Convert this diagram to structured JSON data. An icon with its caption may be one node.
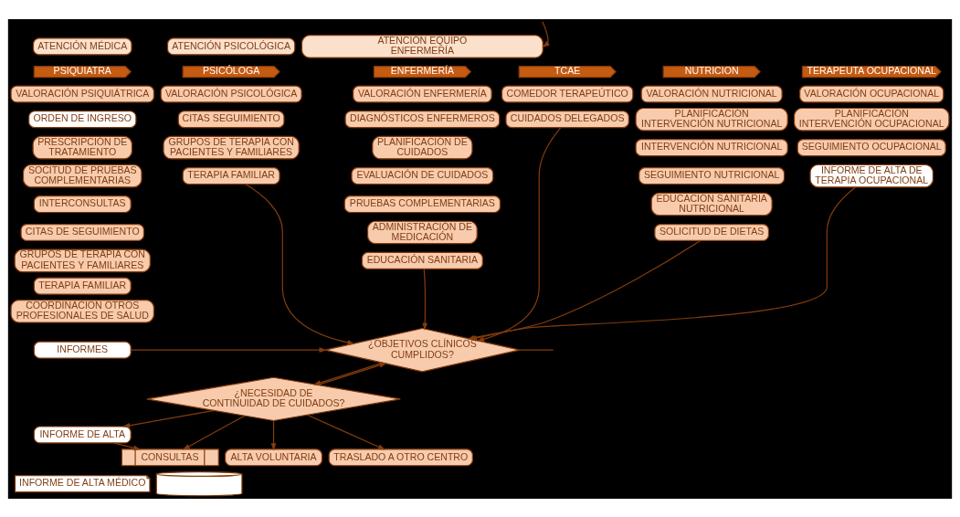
{
  "diagram": {
    "nodes": [
      {
        "text": [
          "ATENCIÓN MÉDICA"
        ]
      },
      {
        "text": [
          "ATENCIÓN PSICOLÓGICA"
        ]
      },
      {
        "text": [
          "ATENCIÓN EQUIPO ENFERMERÍA"
        ]
      },
      {
        "text": [
          "PSIQUIATRA"
        ]
      },
      {
        "text": [
          "PSICÓLOGA"
        ]
      },
      {
        "text": [
          "ENFERMERÍA"
        ]
      },
      {
        "text": [
          "TCAE"
        ]
      },
      {
        "text": [
          "NUTRICION"
        ]
      },
      {
        "text": [
          "TERAPEUTA OCUPACIONAL"
        ]
      },
      {
        "text": [
          "VALORACIÓN PSIQUIÁTRICA"
        ]
      },
      {
        "text": [
          "ORDEN DE INGRESO"
        ]
      },
      {
        "text": [
          "PRESCRIPCIÓN DE TRATAMIENTO"
        ]
      },
      {
        "text": [
          "SOCITUD DE PRUEBAS COMPLEMENTARIAS"
        ]
      },
      {
        "text": [
          "INTERCONSULTAS"
        ]
      },
      {
        "text": [
          "CITAS DE SEGUIMIENTO"
        ]
      },
      {
        "text": [
          "GRUPOS DE TERAPIA CON PACIENTES Y FAMILIARES"
        ]
      },
      {
        "text": [
          "TERAPIA FAMILIAR"
        ]
      },
      {
        "text": [
          "COORDINACION OTROS PROFESIONALES DE SALUD"
        ]
      },
      {
        "text": [
          "INFORMES"
        ]
      },
      {
        "text": [
          "VALORACIÓN PSICOLÓGICA"
        ]
      },
      {
        "text": [
          "CITAS SEGUIMIENTO"
        ]
      },
      {
        "text": [
          "GRUPOS DE TERAPIA CON PACIENTES Y FAMILIARES"
        ]
      },
      {
        "text": [
          "TERAPIA FAMILIAR"
        ]
      },
      {
        "text": [
          "VALORACIÓN ENFERMERÍA"
        ]
      },
      {
        "text": [
          "DIAGNÓSTICOS ENFERMEROS"
        ]
      },
      {
        "text": [
          "PLANIFICACIÓN DE CUIDADOS"
        ]
      },
      {
        "text": [
          "EVALUACIÓN DE CUIDADOS"
        ]
      },
      {
        "text": [
          "PRUEBAS COMPLEMENTARIAS"
        ]
      },
      {
        "text": [
          "ADMINISTRACIÓN DE MEDICACIÓN"
        ]
      },
      {
        "text": [
          "EDUCACIÓN SANITARIA"
        ]
      },
      {
        "text": [
          "COMEDOR TERAPEÚTICO"
        ]
      },
      {
        "text": [
          "CUIDADOS DELEGADOS"
        ]
      },
      {
        "text": [
          "VALORACIÓN NUTRICIONAL"
        ]
      },
      {
        "text": [
          "PLANIFICACIÓN INTERVENCIÓN NUTRICIONAL"
        ]
      },
      {
        "text": [
          "INTERVENCIÓN NUTRICIONAL"
        ]
      },
      {
        "text": [
          "SEGUIMIENTO NUTRICIONAL"
        ]
      },
      {
        "text": [
          "EDUCACIÓN SANITARIA NUTRICIONAL"
        ]
      },
      {
        "text": [
          "SOLICITUD DE DIETAS"
        ]
      },
      {
        "text": [
          "VALORACIÓN OCUPACIONAL"
        ]
      },
      {
        "text": [
          "PLANIFICACIÓN INTERVENCIÓN OCUPACIONAL"
        ]
      },
      {
        "text": [
          "SEGUIMIENTO OCUPACIONAL"
        ]
      },
      {
        "text": [
          "INFORME DE ALTA DE TERAPIA OCUPACIONAL"
        ]
      },
      {
        "text": [
          "¿OBJETIVOS CLÍNICOS CUMPLIDOS?"
        ]
      },
      {
        "text": [
          "¿NECESIDAD DE CONTINUIDAD DE CUIDADOS?"
        ]
      },
      {
        "text": [
          "INFORME DE ALTA"
        ]
      },
      {
        "text": [
          "CONSULTAS"
        ]
      },
      {
        "text": [
          "ALTA VOLUNTARIA"
        ]
      },
      {
        "text": [
          "TRASLADO A OTRO CENTRO"
        ]
      },
      {
        "text": [
          "INFORME DE ALTA MÉDICO"
        ]
      },
      {
        "text": [],
        "shape": "cylinder"
      }
    ],
    "edges": [
      {
        "from": null,
        "to": 2,
        "arrow": "to"
      },
      {
        "from": 22,
        "to": 42,
        "arrow": "to"
      },
      {
        "from": 29,
        "to": 42,
        "arrow": "to"
      },
      {
        "from": 31,
        "to": 42,
        "arrow": "to"
      },
      {
        "from": 37,
        "to": 42,
        "arrow": "to"
      },
      {
        "from": 41,
        "to": 42,
        "arrow": "to"
      },
      {
        "from": 18,
        "to": 42,
        "arrow": "to"
      },
      {
        "from": 42,
        "to": null,
        "arrow": "none"
      },
      {
        "from": 42,
        "to": 43,
        "arrow": "to"
      },
      {
        "from": 43,
        "to": 44,
        "arrow": "to"
      },
      {
        "from": 43,
        "to": 42,
        "arrow": "to"
      },
      {
        "from": 43,
        "to": 46,
        "arrow": "to"
      },
      {
        "from": 43,
        "to": 47,
        "arrow": "to"
      },
      {
        "from": 43,
        "to": 45,
        "arrow": "to"
      },
      {
        "from": 44,
        "to": 45,
        "arrow": "to"
      }
    ]
  }
}
